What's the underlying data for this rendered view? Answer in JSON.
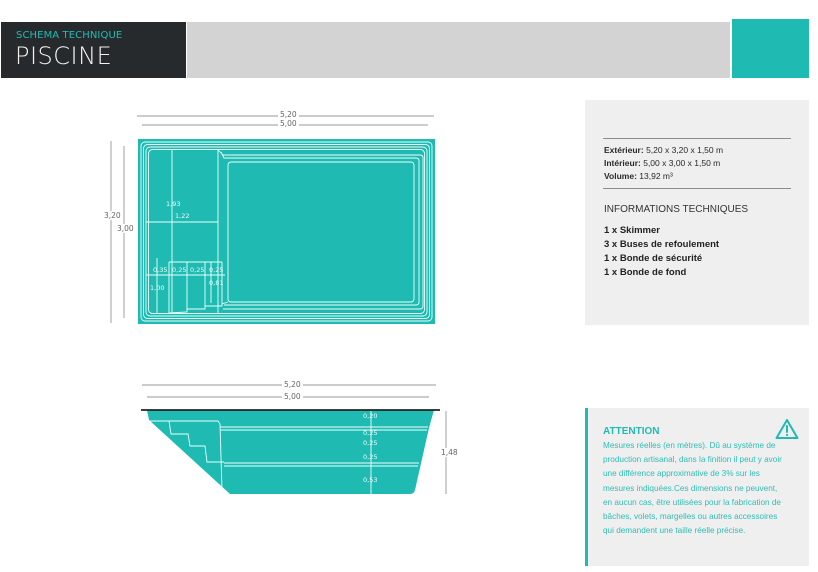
{
  "header": {
    "subtitle": "SCHEMA TECHNIQUE",
    "title": "PISCINE",
    "colors": {
      "dark": "#272a2d",
      "grey": "#d2d3d2",
      "accent": "#1fbbb2"
    }
  },
  "specs": {
    "exterieur_label": "Extérieur:",
    "exterieur_value": "5,20 x 3,20 x 1,50 m",
    "interieur_label": "Intérieur:",
    "interieur_value": "5,00 x 3,00 x 1,50 m",
    "volume_label": "Volume:",
    "volume_value": "13,92 m³"
  },
  "info": {
    "heading": "INFORMATIONS TECHNIQUES",
    "items": [
      "1 x Skimmer",
      "3 x Buses de refoulement",
      "1 x Bonde de sécurité",
      "1 x Bonde de fond"
    ]
  },
  "attention": {
    "title": "ATTENTION",
    "text": "Mesures réelles (en mètres). Dû au système de production artisanal, dans la finition il peut y avoir une différence  approximative de 3% sur les mesures indiquées.Ces dimensions ne peuvent,  en aucun cas, être utilisées pour la fabrication  de bâches, volets, margelles ou autres accessoires qui demandent une taille réelle précise.",
    "icon": "warning-triangle-icon"
  },
  "top_view": {
    "outer_length": "5,20",
    "inner_length": "5,00",
    "outer_width": "3,20",
    "inner_width": "3,00",
    "bench_length": "1,93",
    "bench_width": "1,22",
    "step_a": "0,35",
    "step_b": "0,25",
    "step_c": "0,25",
    "step_d": "0,25",
    "step_height": "1,00",
    "step_depth": "0,81"
  },
  "side_view": {
    "outer_length": "5,20",
    "inner_length": "5,00",
    "total_depth": "1,48",
    "depths": [
      "0,20",
      "0,25",
      "0,25",
      "0,25",
      "0,53"
    ]
  }
}
